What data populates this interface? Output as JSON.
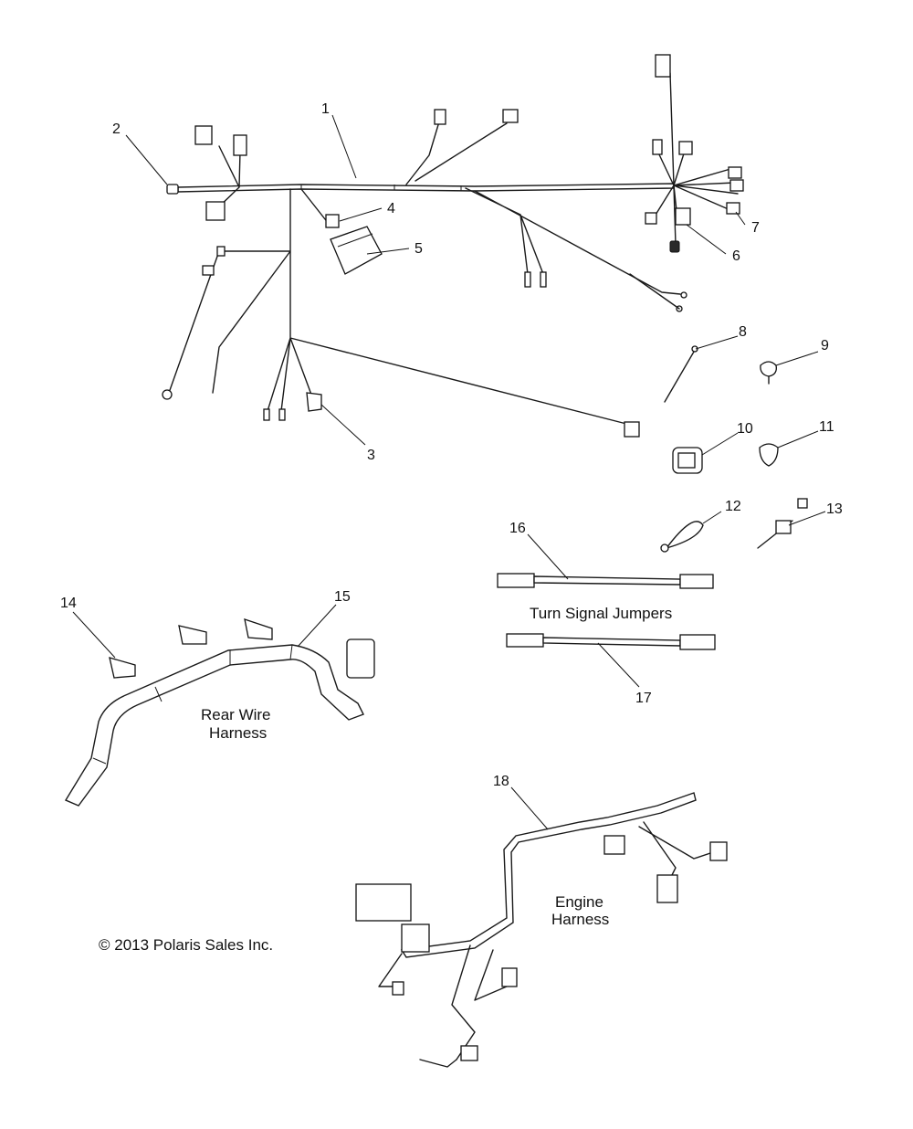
{
  "callouts": [
    "1",
    "2",
    "3",
    "4",
    "5",
    "6",
    "7",
    "8",
    "9",
    "10",
    "11",
    "12",
    "13",
    "14",
    "15",
    "16",
    "17",
    "18"
  ],
  "captions": {
    "turn_signal": "Turn Signal Jumpers",
    "rear_line1": "Rear Wire",
    "rear_line2": "Harness",
    "engine_line1": "Engine",
    "engine_line2": "Harness"
  },
  "copyright": "© 2013 Polaris Sales Inc."
}
